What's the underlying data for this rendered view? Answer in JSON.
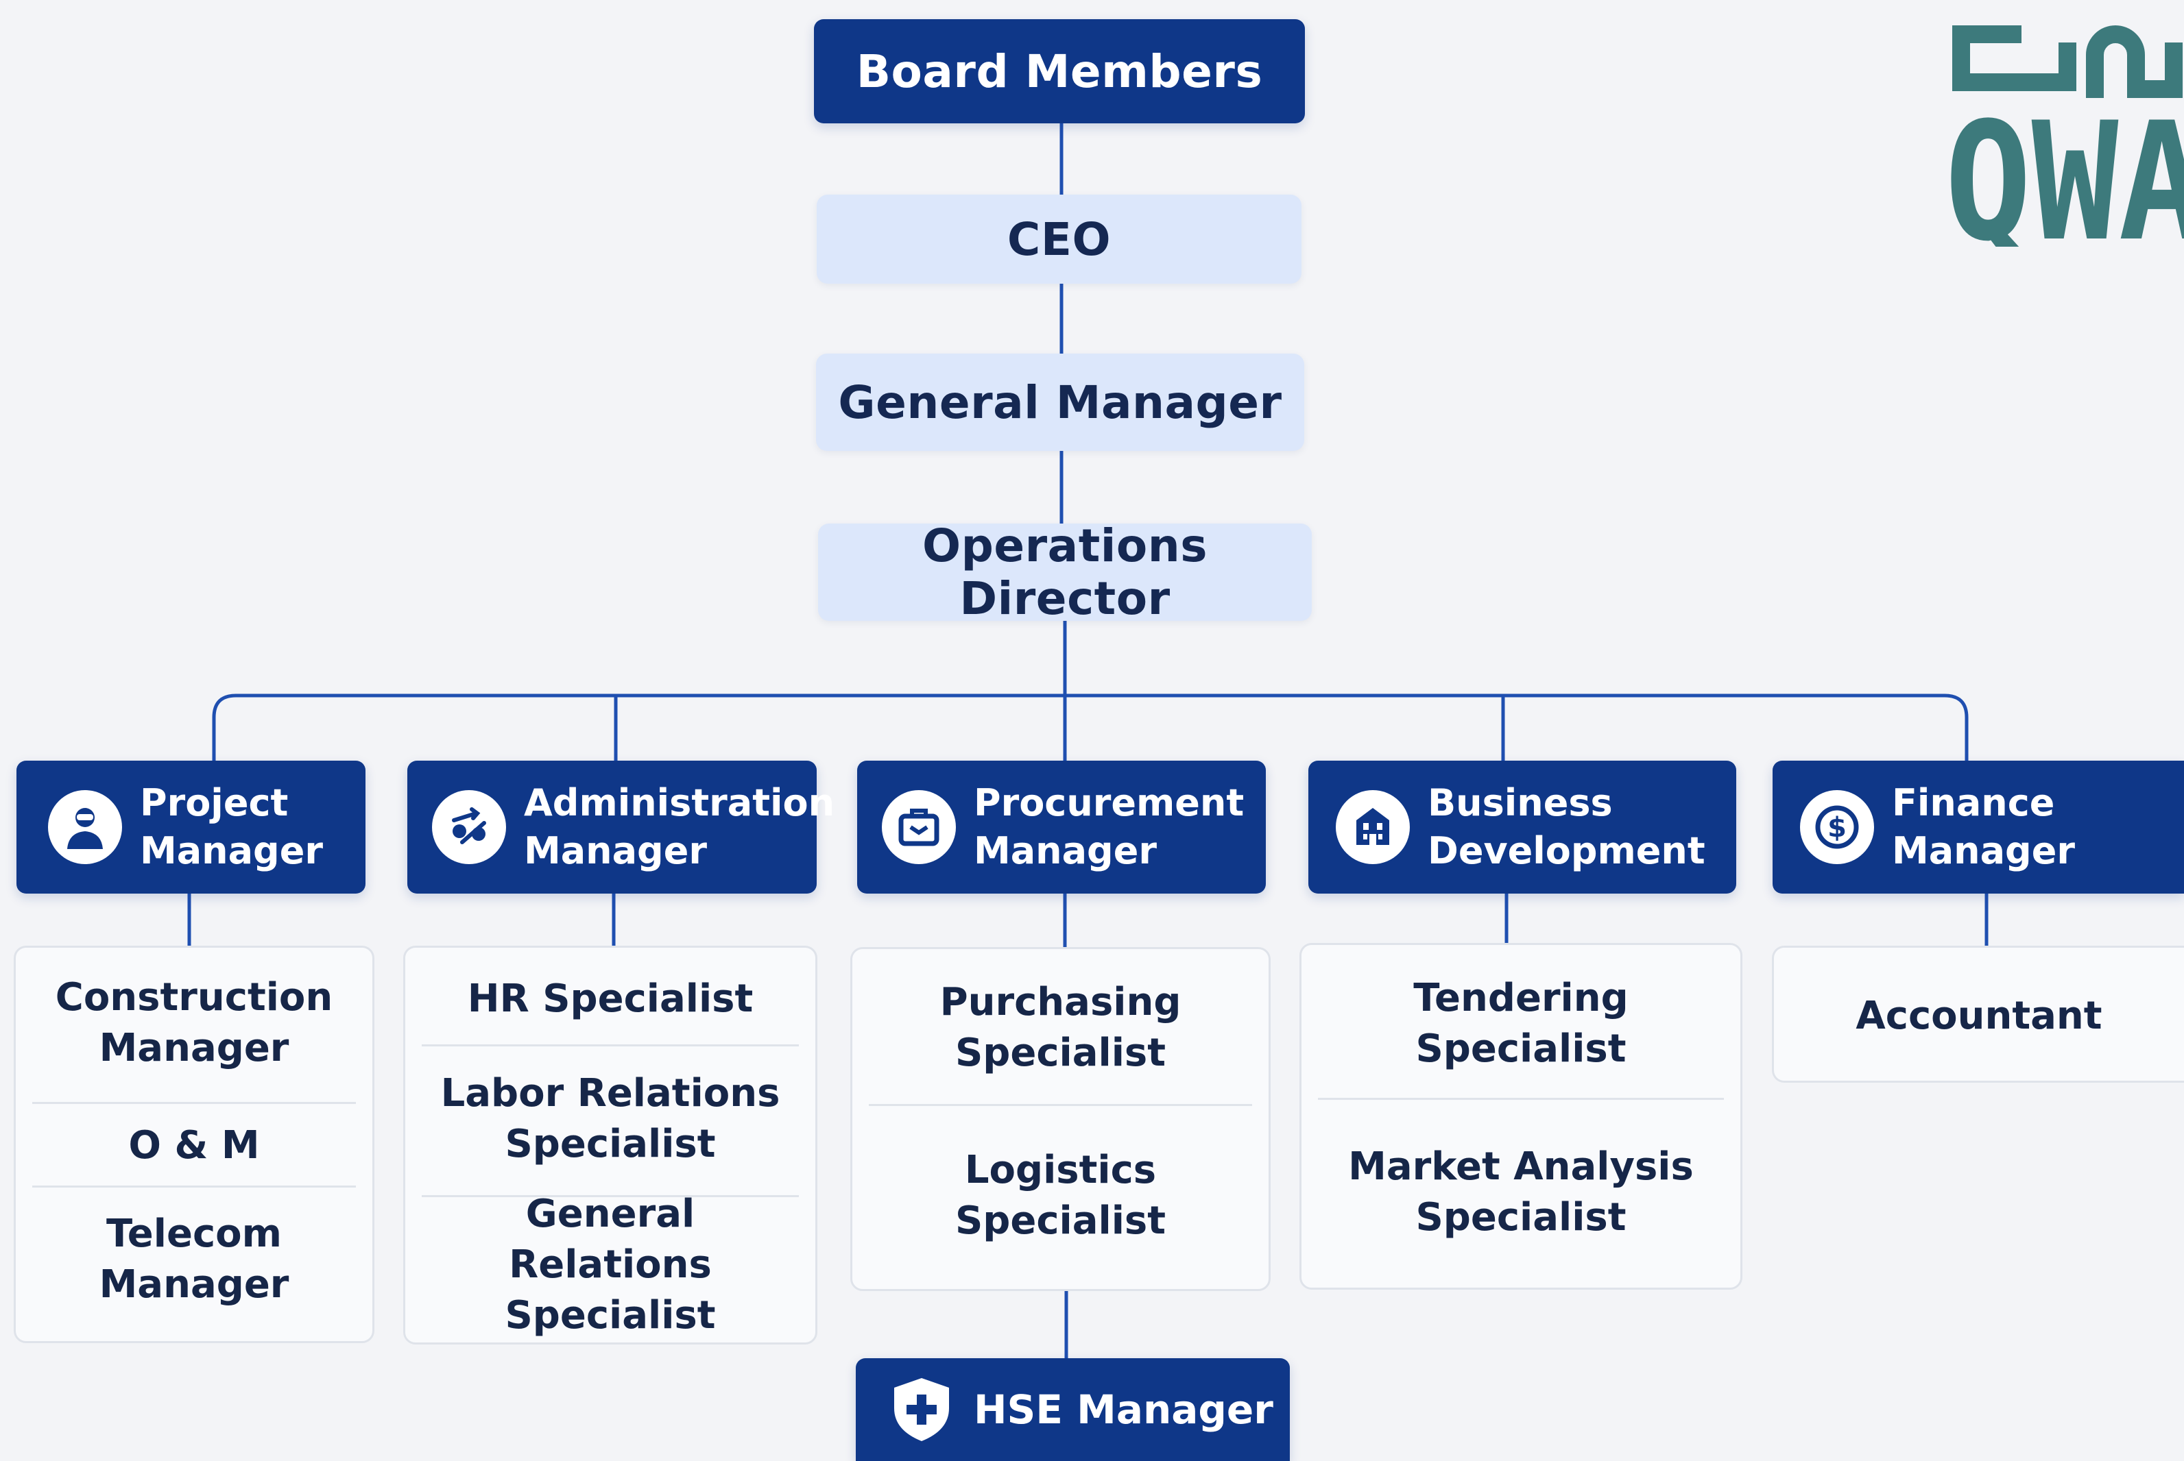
{
  "logo": {
    "text": "QWA"
  },
  "top_chain": {
    "board": "Board Members",
    "ceo": "CEO",
    "gm": "General Manager",
    "ops": "Operations Director"
  },
  "departments": [
    {
      "line1": "Project",
      "line2": "Manager",
      "icon": "person-headset-icon",
      "roles": [
        [
          "Construction",
          "Manager"
        ],
        [
          "O & M"
        ],
        [
          "Telecom",
          "Manager"
        ]
      ]
    },
    {
      "line1": "Administration",
      "line2": "Manager",
      "icon": "people-arrows-icon",
      "roles": [
        [
          "HR Specialist"
        ],
        [
          "Labor Relations",
          "Specialist"
        ],
        [
          "General Relations",
          "Specialist"
        ]
      ]
    },
    {
      "line1": "Procurement",
      "line2": "Manager",
      "icon": "briefcase-icon",
      "roles": [
        [
          "Purchasing",
          "Specialist"
        ],
        [
          "Logistics",
          "Specialist"
        ]
      ]
    },
    {
      "line1": "Business",
      "line2": "Development",
      "icon": "building-icon",
      "roles": [
        [
          "Tendering",
          "Specialist"
        ],
        [
          "Market Analysis",
          "Specialist"
        ]
      ]
    },
    {
      "line1": "Finance",
      "line2": "Manager",
      "icon": "dollar-icon",
      "roles": [
        [
          "Accountant"
        ]
      ]
    }
  ],
  "hse": {
    "label": "HSE Manager",
    "icon": "shield-plus-icon"
  },
  "colors": {
    "dark_box": "#0f3788",
    "light_box": "#dce7fb",
    "line": "#1f4fb0",
    "logo": "#3d7a7c"
  }
}
